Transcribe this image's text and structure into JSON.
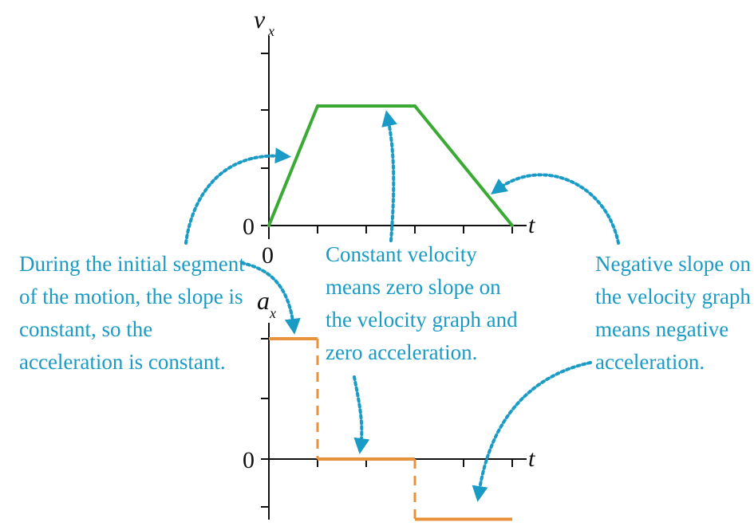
{
  "velocity_graph": {
    "y_label": "v",
    "y_label_sub": "x",
    "x_label": "t",
    "origin_y_label": "0",
    "origin_x_label": "0",
    "line_color": "#3aaa35",
    "segments": [
      {
        "t0": 0,
        "v0": 0,
        "t1": 1,
        "v1": 1
      },
      {
        "t0": 1,
        "v0": 1,
        "t1": 3,
        "v1": 1
      },
      {
        "t0": 3,
        "v0": 1,
        "t1": 5,
        "v1": 0
      }
    ]
  },
  "acceleration_graph": {
    "y_label": "a",
    "y_label_sub": "x",
    "x_label": "t",
    "origin_y_label": "0",
    "line_color": "#e8923c",
    "levels": [
      {
        "t0": 0,
        "t1": 1,
        "a": 1
      },
      {
        "t0": 1,
        "t1": 3,
        "a": 0
      },
      {
        "t0": 3,
        "t1": 5,
        "a": -0.5
      }
    ]
  },
  "callouts": {
    "initial": [
      "During the initial segment",
      "of the motion, the slope is",
      "constant, so the",
      "acceleration is constant."
    ],
    "constant": [
      "Constant velocity",
      "means zero slope on",
      "the velocity graph and",
      "zero acceleration."
    ],
    "negative": [
      "Negative slope on",
      "the velocity graph",
      "means negative",
      "acceleration."
    ]
  },
  "colors": {
    "callout": "#1a9bc6",
    "axis": "#111111"
  }
}
